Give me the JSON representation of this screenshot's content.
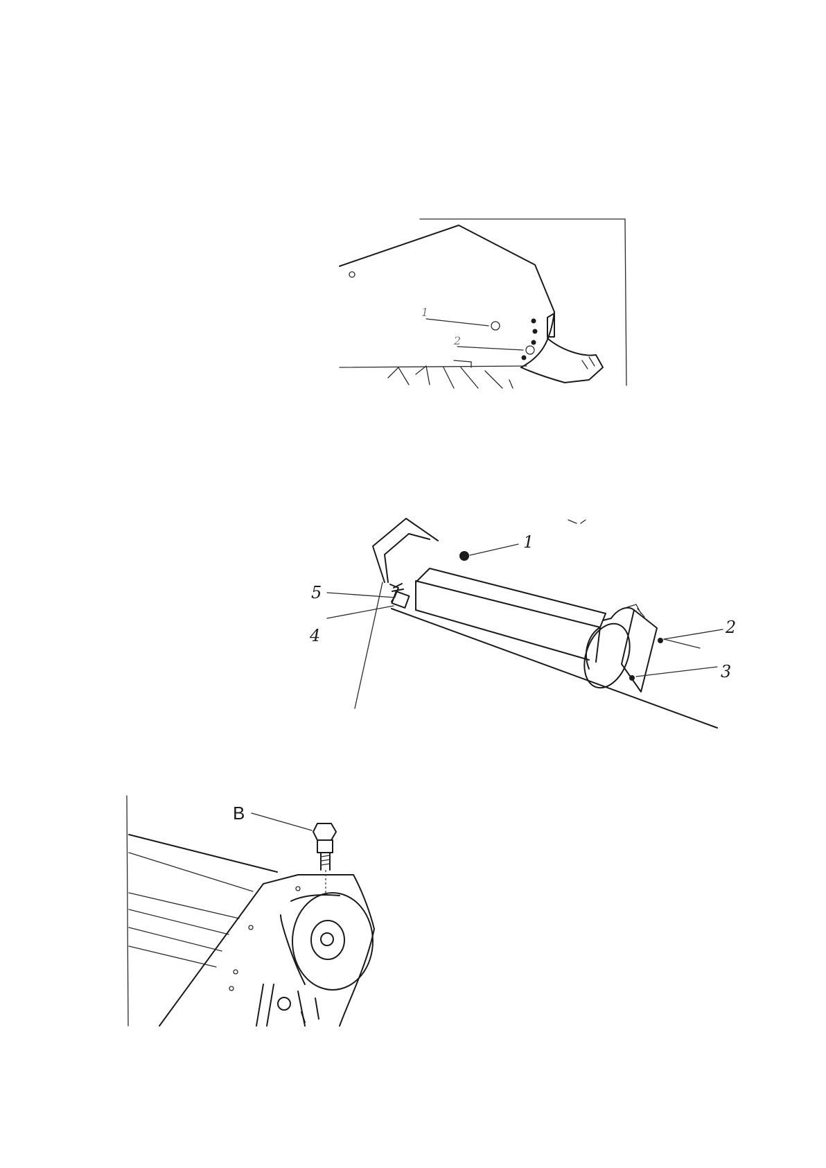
{
  "figures": [
    {
      "id": "figure-1",
      "callouts": [
        {
          "label": "1"
        },
        {
          "label": "2"
        }
      ]
    },
    {
      "id": "figure-2",
      "callouts": [
        {
          "label": "1"
        },
        {
          "label": "2"
        },
        {
          "label": "3"
        },
        {
          "label": "4"
        },
        {
          "label": "5"
        }
      ]
    },
    {
      "id": "figure-3",
      "callouts": [
        {
          "label": "B"
        }
      ]
    }
  ]
}
